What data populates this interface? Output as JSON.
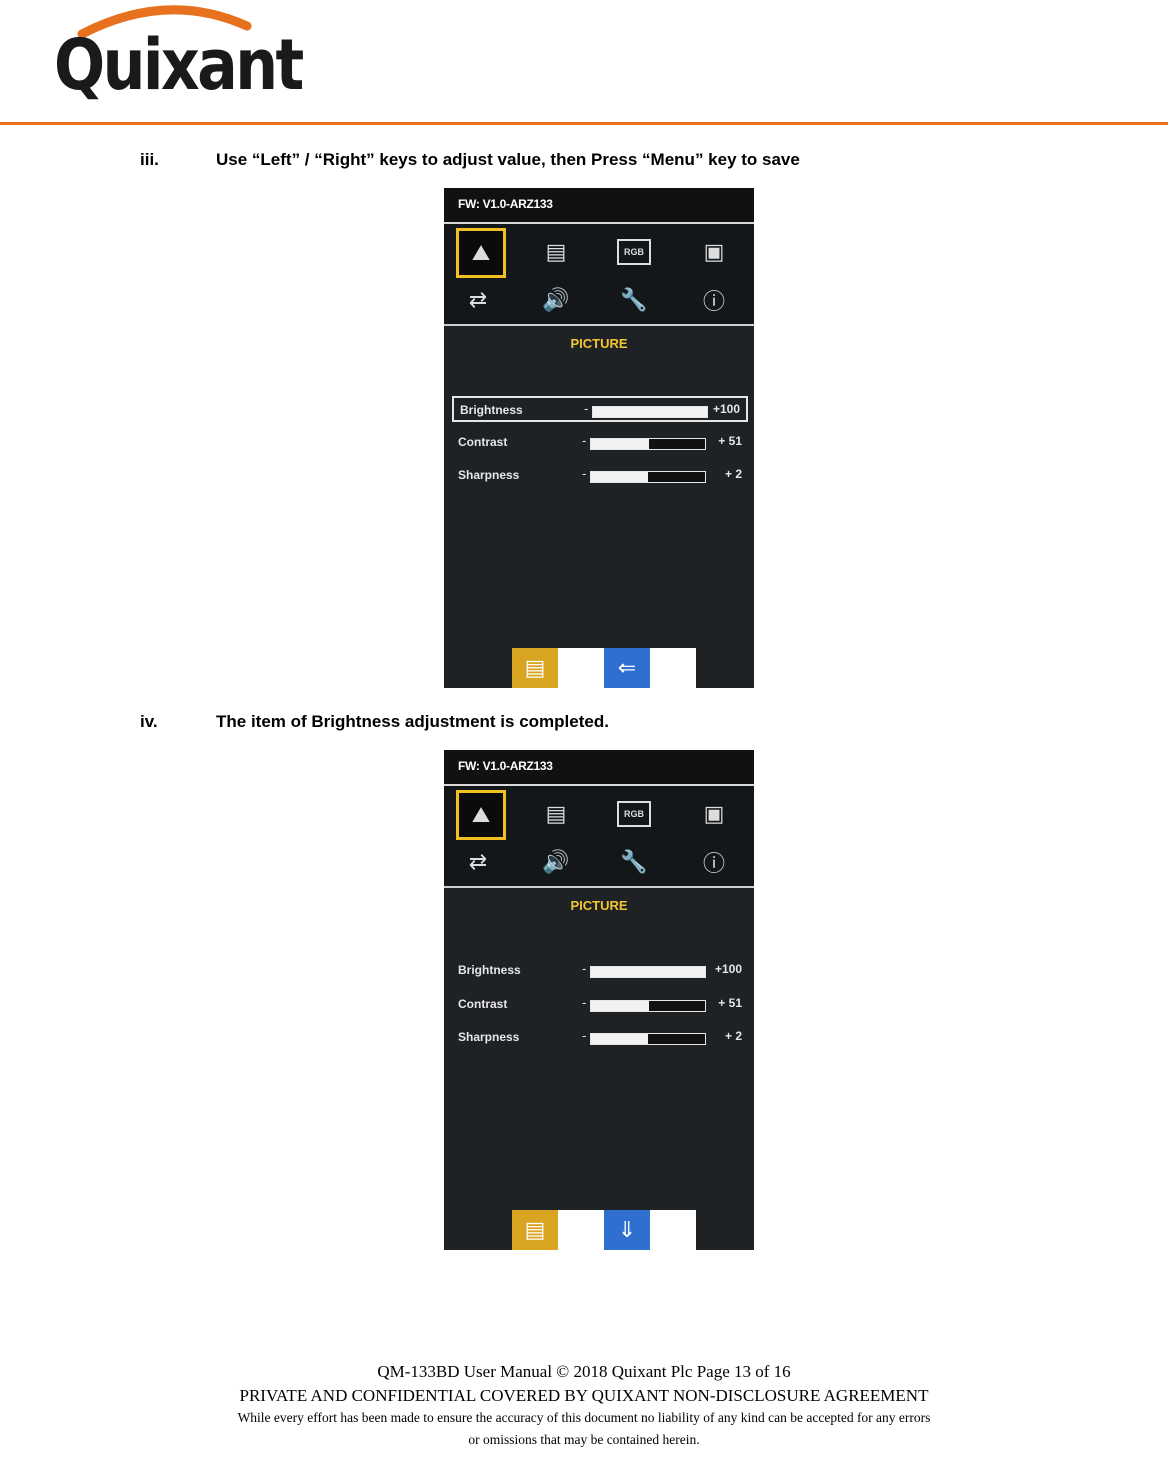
{
  "header": {
    "logo_text": "Quixant",
    "brand_color": "#e8711f"
  },
  "steps": [
    {
      "num": "iii.",
      "text": "Use “Left” / “Right” keys to adjust value, then Press “Menu” key to save"
    },
    {
      "num": "iv.",
      "text": "The item of Brightness adjustment is completed."
    }
  ],
  "osd": {
    "firmware": "FW: V1.0-ARZ133",
    "icons": [
      "picture-icon",
      "display-icon",
      "rgb-icon",
      "image-settings-icon",
      "input-switch-icon",
      "audio-icon",
      "wrench-icon",
      "info-icon"
    ],
    "rgb_label": "RGB",
    "section_title": "PICTURE",
    "rows": [
      {
        "label": "Brightness",
        "minus": "-",
        "value": "+100",
        "level": 1.0
      },
      {
        "label": "Contrast",
        "minus": "-",
        "value": "+ 51",
        "level": 0.51
      },
      {
        "label": "Sharpness",
        "minus": "-",
        "value": "+  2",
        "level": 0.5
      }
    ],
    "accent_yellow": "#d9a520",
    "accent_blue": "#2f6fd0"
  },
  "footer": {
    "line1": "QM-133BD User Manual © 2018 Quixant Plc Page 13 of 16",
    "line2": "PRIVATE AND CONFIDENTIAL COVERED BY QUIXANT NON-DISCLOSURE AGREEMENT",
    "line3": "While every effort has been made to ensure the accuracy of this document no liability of any kind can be accepted for any errors",
    "line4": "or omissions that may be contained herein."
  }
}
